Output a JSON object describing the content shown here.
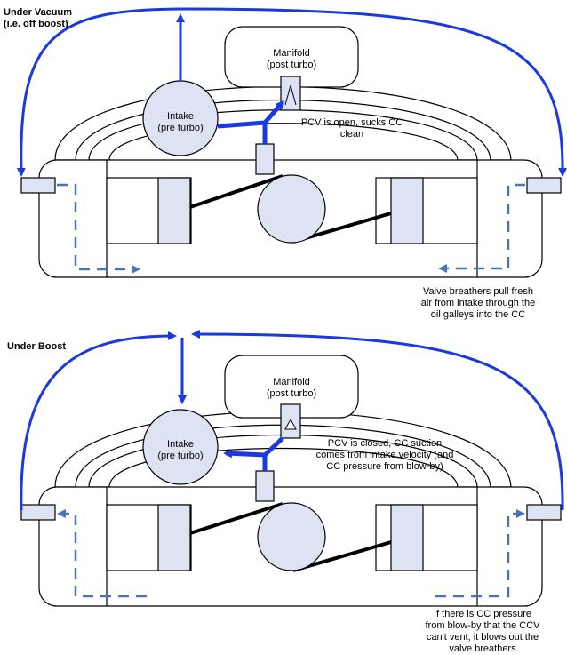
{
  "panels": [
    {
      "title": [
        "Under Vacuum",
        "(i.e. off boost)"
      ],
      "manifold_label": [
        "Manifold",
        "(post turbo)"
      ],
      "intake_label": [
        "Intake",
        "(pre turbo)"
      ],
      "pcv_note": [
        "PCV is open, sucks CC",
        "clean"
      ],
      "breather_note": [
        "Valve breathers pull fresh",
        "air from intake through the",
        "oil galleys into the CC"
      ]
    },
    {
      "title": [
        "Under Boost"
      ],
      "manifold_label": [
        "Manifold",
        "(post turbo)"
      ],
      "intake_label": [
        "Intake",
        "(pre turbo)"
      ],
      "pcv_note": [
        "PCV is closed, CC suction",
        "comes from intake velocity (and",
        "CC pressure from blow-by)"
      ],
      "breather_note": [
        "If there is CC pressure",
        "from blow-by that the CCV",
        "can't vent, it blows out the",
        "valve breathers"
      ]
    }
  ],
  "colors": {
    "flow": "#1a39e0",
    "dashed": "#4a74b8",
    "component_fill": "#dde3f2",
    "outline": "#000000"
  }
}
